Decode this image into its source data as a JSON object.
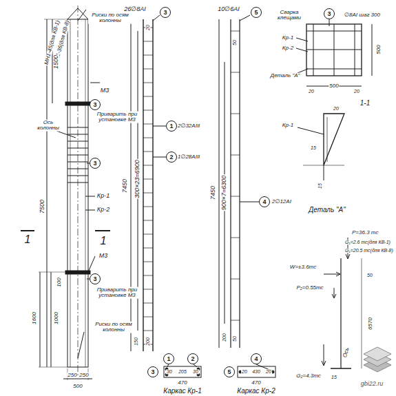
{
  "diagram": {
    "nodes": [
      {
        "text": [
          "3"
        ]
      },
      {
        "text": [
          "3"
        ]
      },
      {
        "text": [
          "3"
        ]
      },
      {
        "text": [
          "3"
        ]
      },
      {
        "text": [
          "1"
        ]
      },
      {
        "text": [
          "2"
        ]
      },
      {
        "text": [
          "1"
        ]
      },
      {
        "text": [
          "2"
        ]
      },
      {
        "text": [
          "3"
        ]
      },
      {
        "text": [
          "5"
        ]
      },
      {
        "text": [
          "4"
        ]
      },
      {
        "text": [
          "4"
        ]
      },
      {
        "text": [
          "5"
        ]
      },
      {
        "text": [
          "3"
        ]
      }
    ],
    "labels": [
      "МН1-45(для КВ-1)",
      "МН1-36(для КВ-8)",
      "Риски по осям колонны",
      "1500",
      "М3",
      "Приварить при установке М3",
      "Ось колонны",
      "7500",
      "Кр-1",
      "Кр-2",
      "1",
      "1",
      "М3",
      "Приварить при установке М3",
      "100",
      "1000",
      "1600",
      "Риски по осям колонны",
      "250",
      "250",
      "500",
      "26∅8АI",
      "20",
      "2∅32АIII",
      "1∅28АIII",
      "7450",
      "300×23=6900",
      "150",
      "200",
      "30",
      "205",
      "30",
      "470",
      "Каркас Кр-1",
      "10∅6АI",
      "50",
      "7450",
      "900×7=6300",
      "2∅12АI",
      "200",
      "50",
      "20",
      "430",
      "20",
      "470",
      "Каркас Кр-2",
      "Сварка клещами",
      "∅8АI шаг 300",
      "Кр-1",
      "Кр-2",
      "Деталь \"А\"",
      "500",
      "20",
      "20",
      "500",
      "1-1",
      "20",
      "Кр-1",
      "15",
      "15",
      "Деталь \"А\"",
      "P=36.3 тс",
      "G₁=2.6 тс(для КВ-1)",
      "G₁=20.5 тс(для КВ-8)",
      "W=±3.6тс",
      "50",
      "P₂=0.55тс",
      "6570",
      "G₂=4.3тс",
      "Ось",
      "15",
      "gbi22.ru"
    ]
  }
}
